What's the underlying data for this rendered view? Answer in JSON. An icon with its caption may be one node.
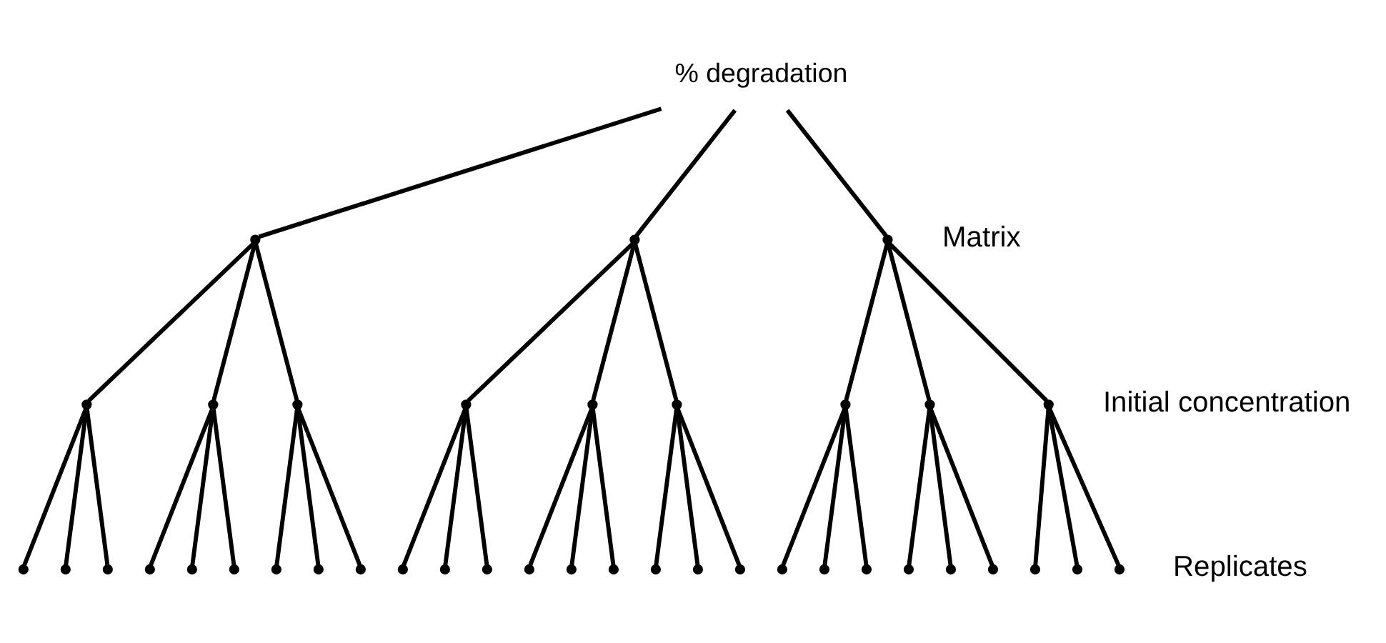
{
  "diagram": {
    "nodes": [
      {
        "text": [
          "% degradation"
        ]
      },
      {
        "text": [],
        "shape": "point"
      },
      {
        "text": [],
        "shape": "point"
      },
      {
        "text": [],
        "shape": "point"
      },
      {
        "text": [],
        "shape": "point"
      },
      {
        "text": [],
        "shape": "point"
      },
      {
        "text": [],
        "shape": "point"
      },
      {
        "text": [],
        "shape": "point"
      },
      {
        "text": [],
        "shape": "point"
      },
      {
        "text": [],
        "shape": "point"
      },
      {
        "text": [],
        "shape": "point"
      },
      {
        "text": [],
        "shape": "point"
      },
      {
        "text": [],
        "shape": "point"
      },
      {
        "text": [],
        "shape": "point"
      },
      {
        "text": [],
        "shape": "point"
      },
      {
        "text": [],
        "shape": "point"
      },
      {
        "text": [],
        "shape": "point"
      },
      {
        "text": [],
        "shape": "point"
      },
      {
        "text": [],
        "shape": "point"
      },
      {
        "text": [],
        "shape": "point"
      },
      {
        "text": [],
        "shape": "point"
      },
      {
        "text": [],
        "shape": "point"
      },
      {
        "text": [],
        "shape": "point"
      },
      {
        "text": [],
        "shape": "point"
      },
      {
        "text": [],
        "shape": "point"
      },
      {
        "text": [],
        "shape": "point"
      },
      {
        "text": [],
        "shape": "point"
      },
      {
        "text": [],
        "shape": "point"
      },
      {
        "text": [],
        "shape": "point"
      },
      {
        "text": [],
        "shape": "point"
      },
      {
        "text": [],
        "shape": "point"
      },
      {
        "text": [],
        "shape": "point"
      },
      {
        "text": [],
        "shape": "point"
      },
      {
        "text": [],
        "shape": "point"
      },
      {
        "text": [],
        "shape": "point"
      },
      {
        "text": [],
        "shape": "point"
      },
      {
        "text": [],
        "shape": "point"
      },
      {
        "text": [],
        "shape": "point"
      },
      {
        "text": [],
        "shape": "point"
      },
      {
        "text": [],
        "shape": "point"
      }
    ],
    "edges": [
      {
        "from": 0,
        "to": 1,
        "arrow": "none"
      },
      {
        "from": 0,
        "to": 2,
        "arrow": "none"
      },
      {
        "from": 0,
        "to": 3,
        "arrow": "none"
      },
      {
        "from": 1,
        "to": 4,
        "arrow": "none"
      },
      {
        "from": 1,
        "to": 5,
        "arrow": "none"
      },
      {
        "from": 1,
        "to": 6,
        "arrow": "none"
      },
      {
        "from": 2,
        "to": 7,
        "arrow": "none"
      },
      {
        "from": 2,
        "to": 8,
        "arrow": "none"
      },
      {
        "from": 2,
        "to": 9,
        "arrow": "none"
      },
      {
        "from": 3,
        "to": 10,
        "arrow": "none"
      },
      {
        "from": 3,
        "to": 11,
        "arrow": "none"
      },
      {
        "from": 3,
        "to": 12,
        "arrow": "none"
      },
      {
        "from": 4,
        "to": 13,
        "arrow": "none"
      },
      {
        "from": 4,
        "to": 14,
        "arrow": "none"
      },
      {
        "from": 4,
        "to": 15,
        "arrow": "none"
      },
      {
        "from": 5,
        "to": 16,
        "arrow": "none"
      },
      {
        "from": 5,
        "to": 17,
        "arrow": "none"
      },
      {
        "from": 5,
        "to": 18,
        "arrow": "none"
      },
      {
        "from": 6,
        "to": 19,
        "arrow": "none"
      },
      {
        "from": 6,
        "to": 20,
        "arrow": "none"
      },
      {
        "from": 6,
        "to": 21,
        "arrow": "none"
      },
      {
        "from": 7,
        "to": 22,
        "arrow": "none"
      },
      {
        "from": 7,
        "to": 23,
        "arrow": "none"
      },
      {
        "from": 7,
        "to": 24,
        "arrow": "none"
      },
      {
        "from": 8,
        "to": 25,
        "arrow": "none"
      },
      {
        "from": 8,
        "to": 26,
        "arrow": "none"
      },
      {
        "from": 8,
        "to": 27,
        "arrow": "none"
      },
      {
        "from": 9,
        "to": 28,
        "arrow": "none"
      },
      {
        "from": 9,
        "to": 29,
        "arrow": "none"
      },
      {
        "from": 9,
        "to": 30,
        "arrow": "none"
      },
      {
        "from": 10,
        "to": 31,
        "arrow": "none"
      },
      {
        "from": 10,
        "to": 32,
        "arrow": "none"
      },
      {
        "from": 10,
        "to": 33,
        "arrow": "none"
      },
      {
        "from": 11,
        "to": 34,
        "arrow": "none"
      },
      {
        "from": 11,
        "to": 35,
        "arrow": "none"
      },
      {
        "from": 11,
        "to": 36,
        "arrow": "none"
      },
      {
        "from": 12,
        "to": 37,
        "arrow": "none"
      },
      {
        "from": 12,
        "to": 38,
        "arrow": "none"
      },
      {
        "from": 12,
        "to": 39,
        "arrow": "none"
      }
    ],
    "labels": [
      "Matrix",
      "Initial concentration",
      "Replicates"
    ]
  }
}
